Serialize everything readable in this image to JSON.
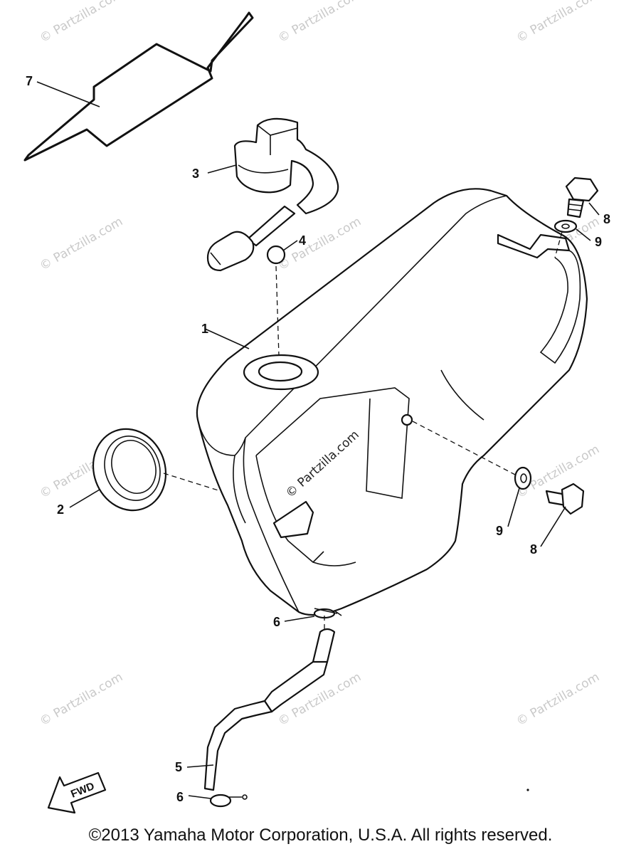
{
  "watermark": {
    "text": "© Partzilla.com",
    "overlay_text": "© Partzilla.com"
  },
  "callouts": {
    "c1": "1",
    "c2": "2",
    "c3": "3",
    "c4": "4",
    "c5": "5",
    "c6a": "6",
    "c6b": "6",
    "c7": "7",
    "c8a": "8",
    "c8b": "8",
    "c9a": "9",
    "c9b": "9"
  },
  "fwd_label": "FWD",
  "copyright": "©2013  Yamaha Motor Corporation, U.S.A. All rights reserved."
}
